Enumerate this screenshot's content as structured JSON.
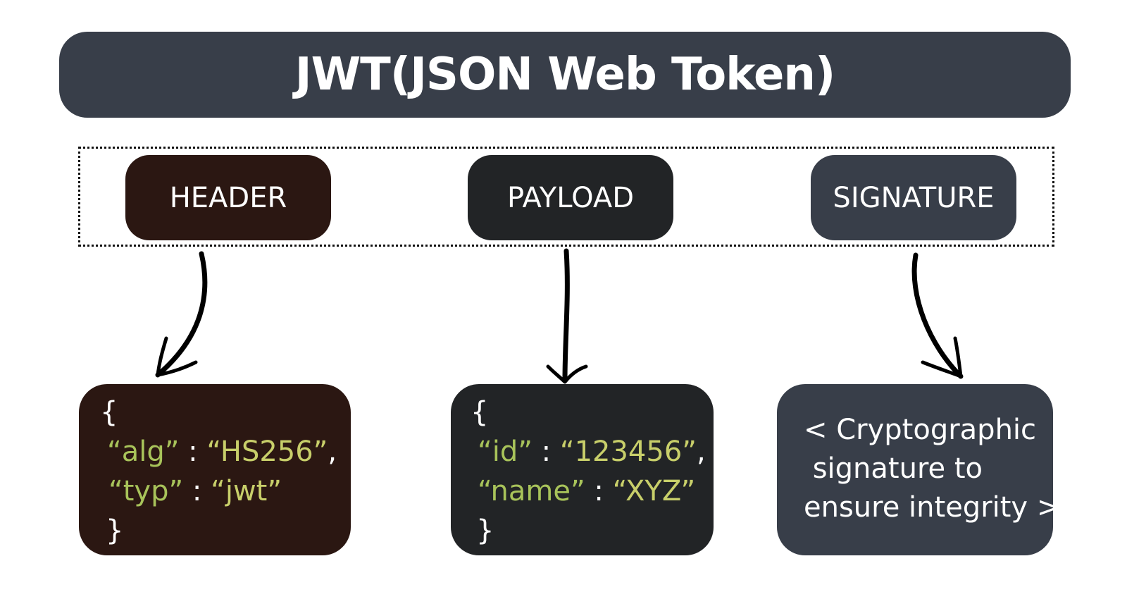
{
  "title": "JWT(JSON Web Token)",
  "parts": {
    "header": "HEADER",
    "payload": "PAYLOAD",
    "signature": "SIGNATURE"
  },
  "header_json": {
    "open": "{",
    "line1": {
      "key": "“alg”",
      "sep": " : ",
      "value": "“HS256”",
      "end": ","
    },
    "line2": {
      "key": "“typ”",
      "sep": " : ",
      "value": "“jwt”",
      "end": ""
    },
    "close": "}"
  },
  "payload_json": {
    "open": "{",
    "line1": {
      "key": "“id”",
      "sep": " : ",
      "value": "“123456”",
      "end": ","
    },
    "line2": {
      "key": "“name”",
      "sep": " : ",
      "value": "“XYZ”",
      "end": ""
    },
    "close": "}"
  },
  "signature_text": {
    "line1": "< Cryptographic",
    "line2": " signature to",
    "line3": "ensure integrity >"
  },
  "colors": {
    "title_bg": "#383e49",
    "header_bg": "#2b1712",
    "payload_bg": "#222426",
    "signature_bg": "#383e49",
    "json_key": "#a8c35a",
    "json_value": "#c8cf6a"
  }
}
